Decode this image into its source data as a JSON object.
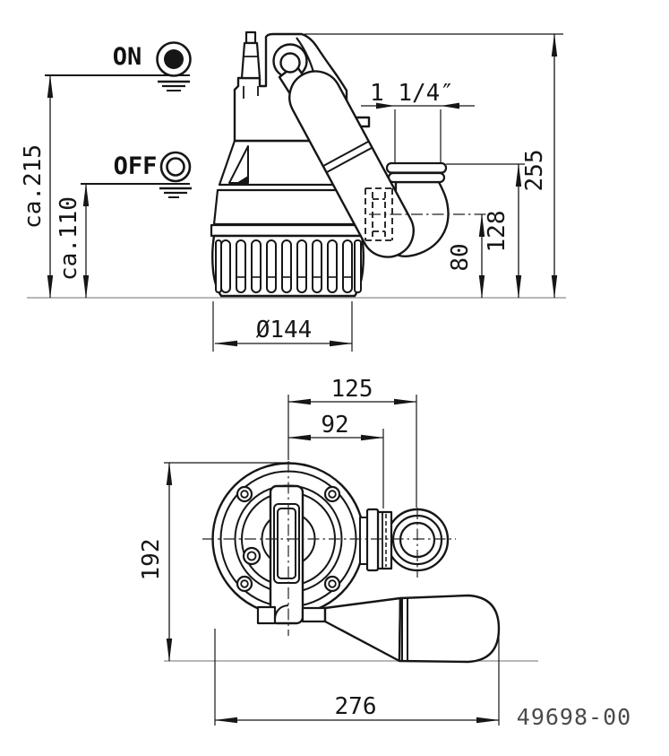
{
  "side_view": {
    "on_label": "ON",
    "off_label": "OFF",
    "dims": {
      "on_level": "ca.215",
      "off_level": "ca.110",
      "total_height": "255",
      "outlet_flange_height": "128",
      "outlet_center_height": "80",
      "thread_size": "1 1/4″",
      "base_diameter": "Ø144"
    }
  },
  "plan_view": {
    "dims": {
      "outlet_center_offset": "125",
      "thread_offset": "92",
      "body_depth": "192",
      "overall_length": "276"
    }
  },
  "footer": {
    "drawing_number": "49698-00"
  }
}
